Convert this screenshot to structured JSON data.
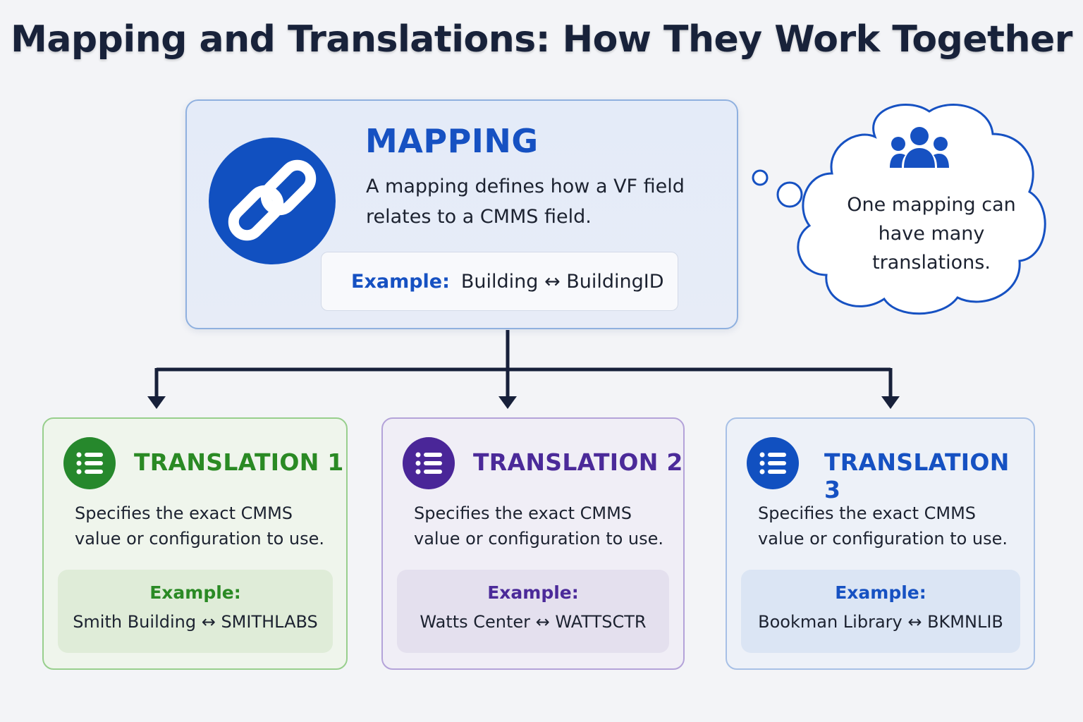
{
  "title": "Mapping and Translations: How They Work Together",
  "mapping": {
    "title": "MAPPING",
    "description": "A mapping defines how a VF field relates to a CMMS field.",
    "example_label": "Example:",
    "example_value": "Building ↔ BuildingID",
    "icon": "link-icon"
  },
  "callout": {
    "text": "One mapping can have many translations.",
    "icon": "people-icon"
  },
  "translations": [
    {
      "title": "TRANSLATION 1",
      "description": "Specifies the exact CMMS value or configuration to use.",
      "example_label": "Example:",
      "example_value": "Smith Building ↔ SMITHLABS",
      "color": "#2a8a24",
      "icon": "list-icon"
    },
    {
      "title": "TRANSLATION 2",
      "description": "Specifies the exact CMMS value or configuration to use.",
      "example_label": "Example:",
      "example_value": "Watts Center ↔ WATTSCTR",
      "color": "#4b2a99",
      "icon": "list-icon"
    },
    {
      "title": "TRANSLATION 3",
      "description": "Specifies the exact CMMS value or configuration to use.",
      "example_label": "Example:",
      "example_value": "Bookman Library ↔ BKMNLIB",
      "color": "#1651c2",
      "icon": "list-icon"
    }
  ],
  "colors": {
    "mapping_accent": "#1651c2",
    "connector": "#17203a",
    "background": "#f3f4f7"
  }
}
